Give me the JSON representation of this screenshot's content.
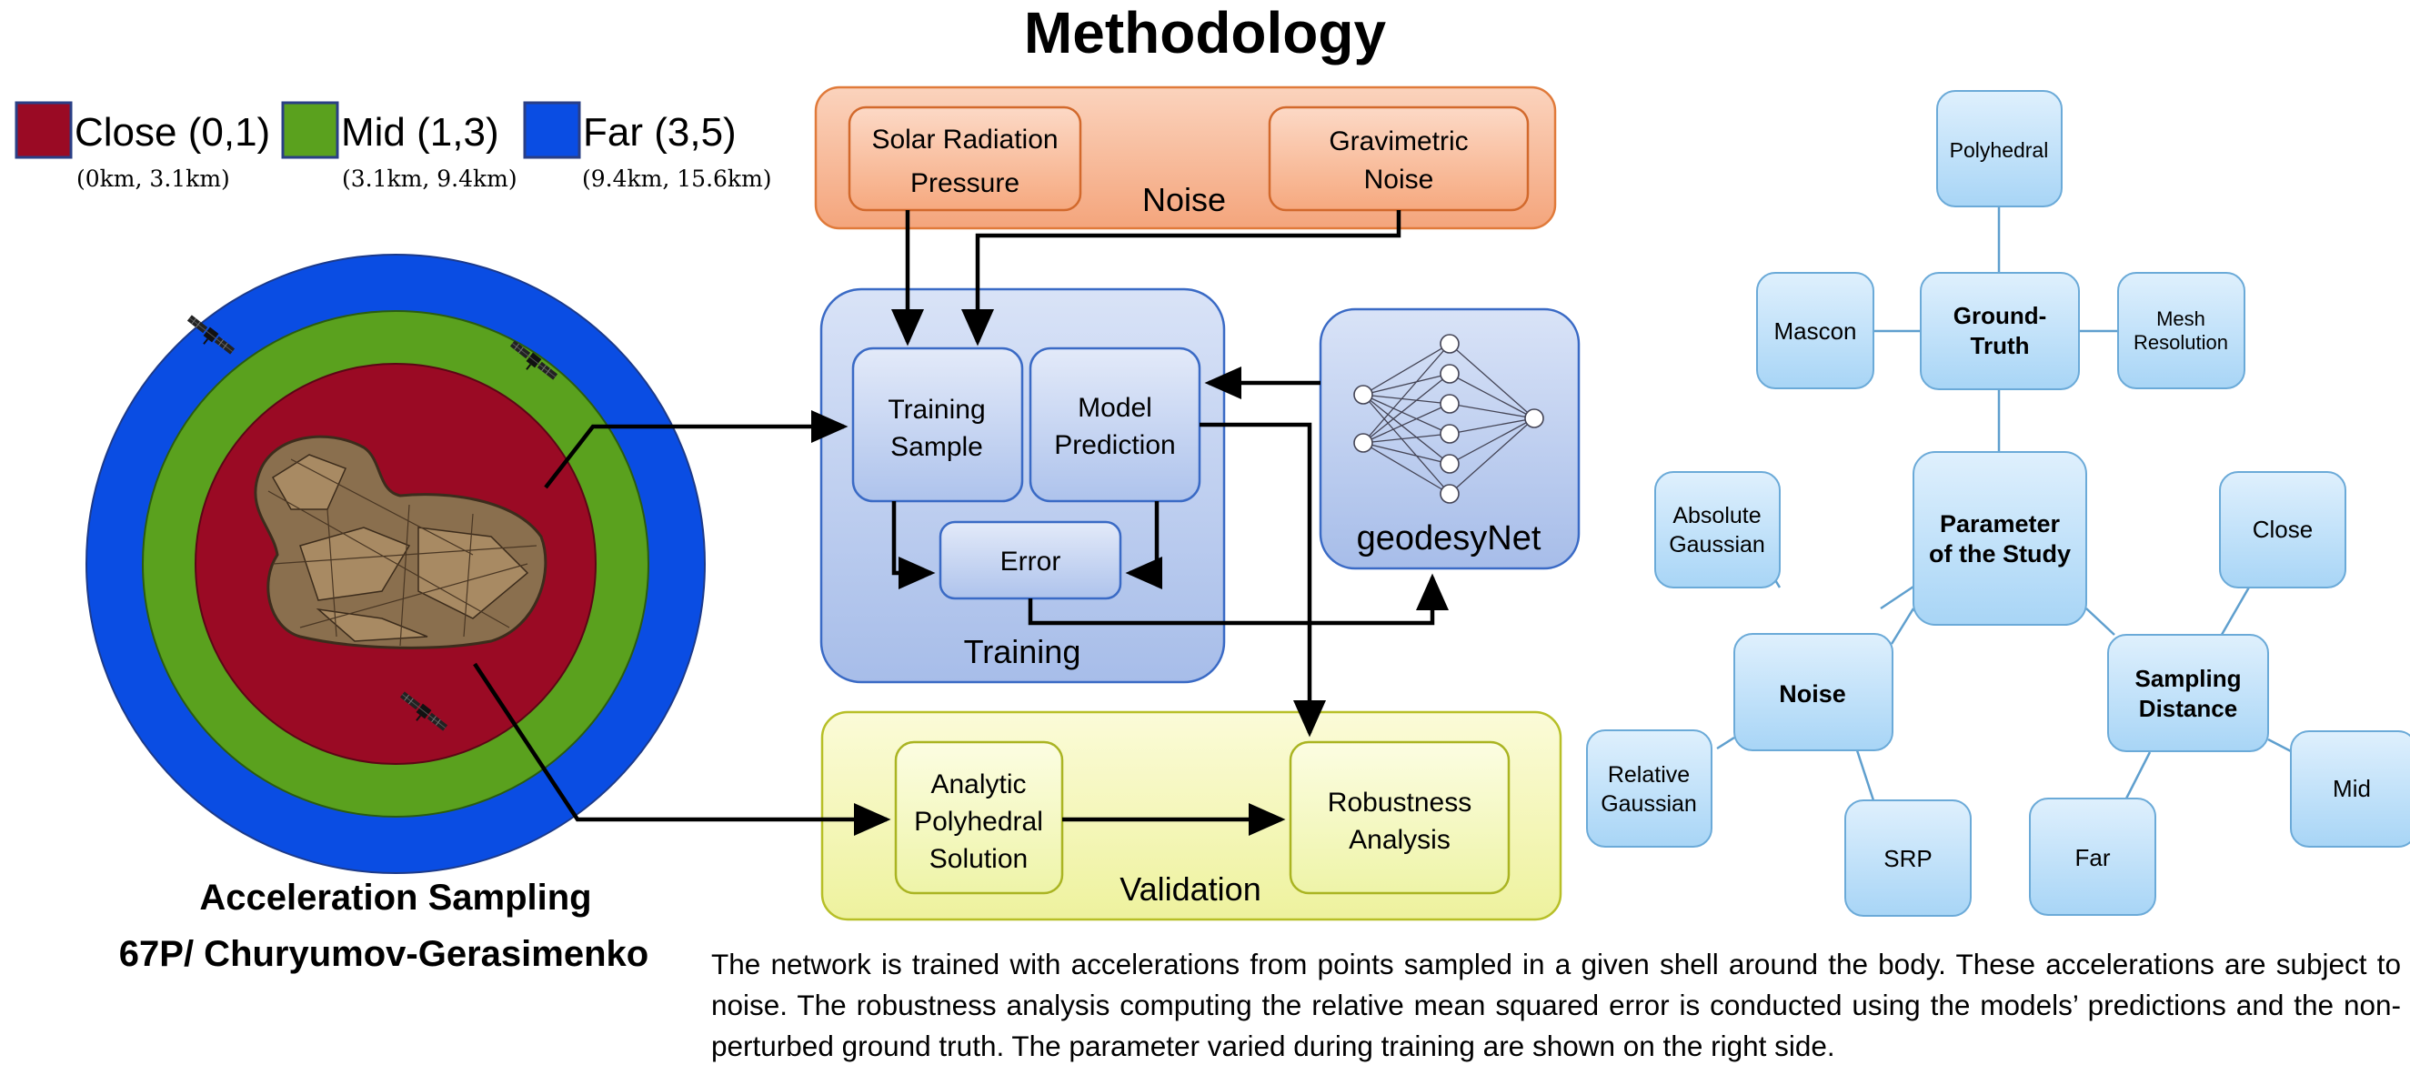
{
  "title": "Methodology",
  "legend": [
    {
      "label": "Close (0,1)",
      "range": "(0km, 3.1km)",
      "color": "#9a0a24"
    },
    {
      "label": "Mid (1,3)",
      "range": "(3.1km, 9.4km)",
      "color": "#5aa11e"
    },
    {
      "label": "Far (3,5)",
      "range": "(9.4km, 15.6km)",
      "color": "#0a4de3"
    }
  ],
  "sampling": {
    "title": "Acceleration Sampling",
    "subtitle": "67P/ Churyumov-Gerasimenko"
  },
  "noise": {
    "label": "Noise",
    "srp_line1": "Solar Radiation",
    "srp_line2": "Pressure",
    "grav_line1": "Gravimetric",
    "grav_line2": "Noise"
  },
  "training": {
    "label": "Training",
    "sample_line1": "Training",
    "sample_line2": "Sample",
    "model_line1": "Model",
    "model_line2": "Prediction",
    "error": "Error"
  },
  "network": {
    "label": "geodesyNet"
  },
  "validation": {
    "label": "Validation",
    "analytic_line1": "Analytic",
    "analytic_line2": "Polyhedral",
    "analytic_line3": "Solution",
    "robust_line1": "Robustness",
    "robust_line2": "Analysis"
  },
  "mindmap": {
    "center_line1": "Parameter",
    "center_line2": "of the Study",
    "ground_truth_line1": "Ground-",
    "ground_truth_line2": "Truth",
    "polyhedral": "Polyhedral",
    "mascon": "Mascon",
    "mesh_line1": "Mesh",
    "mesh_line2": "Resolution",
    "noise": "Noise",
    "abs_line1": "Absolute",
    "abs_line2": "Gaussian",
    "rel_line1": "Relative",
    "rel_line2": "Gaussian",
    "srp": "SRP",
    "sampling_line1": "Sampling",
    "sampling_line2": "Distance",
    "close": "Close",
    "mid": "Mid",
    "far": "Far"
  },
  "caption": "The network is trained with accelerations from points sampled in a given shell around the body. These accelerations are subject to noise. The robustness analysis computing the relative mean squared error is conducted using the models’ predictions and the non-perturbed ground truth. The parameter varied during training are shown on the right side."
}
